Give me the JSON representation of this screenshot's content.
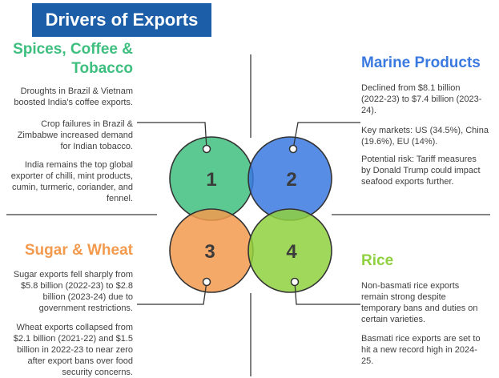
{
  "title": "Drivers of Exports",
  "colors": {
    "title_bg": "#1d5ea8",
    "green": "#3fbf7f",
    "blue": "#3a79e0",
    "orange": "#f39a4e",
    "lime": "#8fd13f"
  },
  "sections": [
    {
      "number": "1",
      "heading": "Spices, Coffee & Tobacco",
      "heading_lines": [
        "Spices, Coffee &",
        "Tobacco"
      ],
      "paragraphs": [
        [
          "Droughts in Brazil & Vietnam",
          "boosted India's coffee exports."
        ],
        [
          "Crop failures in Brazil &",
          "Zimbabwe increased demand",
          "for Indian tobacco."
        ],
        [
          "India remains the top global",
          "exporter of chilli, mint products,",
          "cumin, turmeric, coriander, and",
          "fennel."
        ]
      ]
    },
    {
      "number": "2",
      "heading": "Marine Products",
      "paragraphs": [
        [
          "Declined from $8.1 billion",
          "(2022-23) to $7.4 billion (2023-",
          "24)."
        ],
        [
          "Key markets: US (34.5%), China",
          "(19.6%), EU (14%)."
        ],
        [
          "Potential risk: Tariff measures",
          "by Donald Trump could impact",
          "seafood exports further."
        ]
      ]
    },
    {
      "number": "3",
      "heading": "Sugar & Wheat",
      "paragraphs": [
        [
          "Sugar exports fell sharply from",
          "$5.8 billion (2022-23) to $2.8",
          "billion (2023-24) due to",
          "government restrictions."
        ],
        [
          "Wheat exports collapsed from",
          "$2.1 billion (2021-22) and $1.5",
          "billion in 2022-23 to near zero",
          "after export bans over food",
          "security concerns."
        ]
      ]
    },
    {
      "number": "4",
      "heading": "Rice",
      "paragraphs": [
        [
          "Non-basmati rice exports",
          "remain strong despite",
          "temporary bans and duties on",
          "certain varieties."
        ],
        [
          "Basmati rice exports are set to",
          "hit a new record high in 2024-",
          "25."
        ]
      ]
    }
  ]
}
